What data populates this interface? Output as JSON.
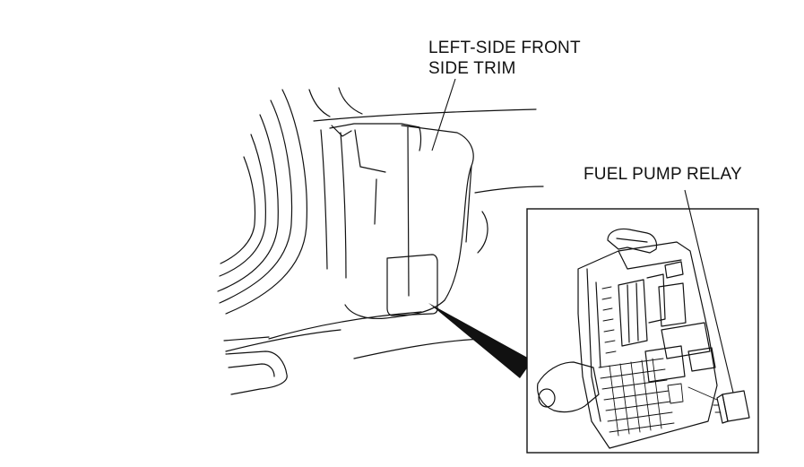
{
  "labels": {
    "trim_line1": "LEFT-SIDE FRONT",
    "trim_line2": "SIDE TRIM",
    "relay": "FUEL PUMP RELAY"
  },
  "colors": {
    "ink": "#111111",
    "background": "#ffffff"
  }
}
